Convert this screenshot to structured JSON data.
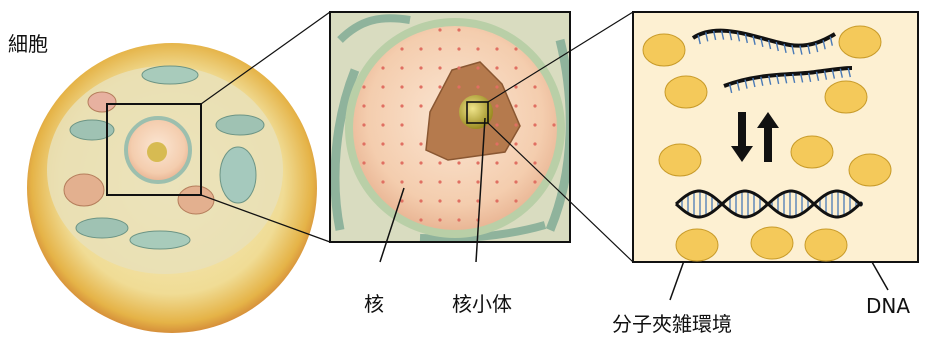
{
  "labels": {
    "cell": "細胞",
    "nucleus": "核",
    "nucleolus": "核小体",
    "crowding": "分子夾雑環境",
    "dna": "DNA"
  },
  "colors": {
    "cell_outer": "#e2a93a",
    "cell_inner": "#f1e6b8",
    "nucleus_fill": "#f3d2b4",
    "nucleolus_fill": "#b57a4d",
    "nucleolus_dot": "#c8b83c",
    "panel_bg": "#fdf0d2",
    "crowder": "#f4c95a",
    "crowder_edge": "#c89b2a",
    "dna_strand": "#111111",
    "dna_rung": "#4a7ab7"
  },
  "icons": [
    "arrow-down-icon",
    "arrow-up-icon"
  ]
}
